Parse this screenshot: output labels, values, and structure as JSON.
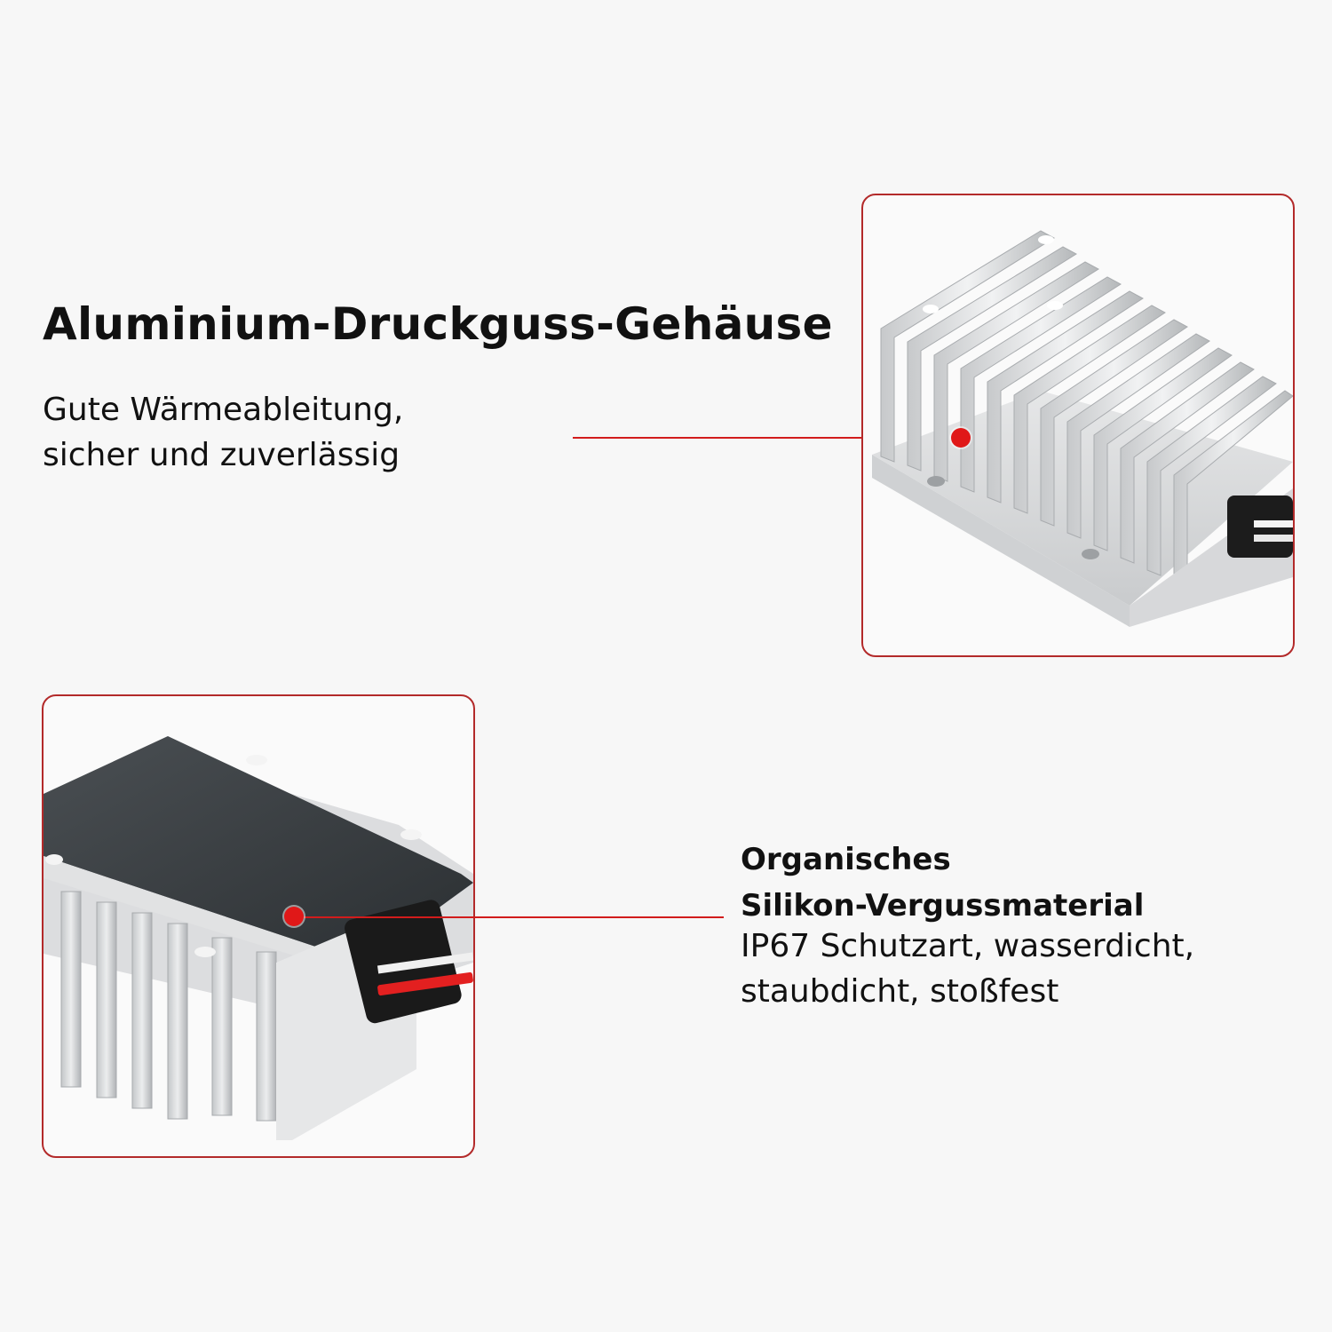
{
  "top_feature": {
    "title": "Aluminium-Druckguss-Gehäuse",
    "description_lines": [
      "Gute Wärmeableitung,",
      "sicher und zuverlässig"
    ]
  },
  "bottom_feature": {
    "title_lines": [
      "Organisches",
      "Silikon-Vergussmaterial"
    ],
    "description_lines": [
      "IP67 Schutzart, wasserdicht,",
      "staubdicht, stoßfest"
    ]
  },
  "colors": {
    "accent": "#d21c1c",
    "frame_border": "#b32a2a",
    "background": "#f7f7f7",
    "text": "#111111"
  }
}
